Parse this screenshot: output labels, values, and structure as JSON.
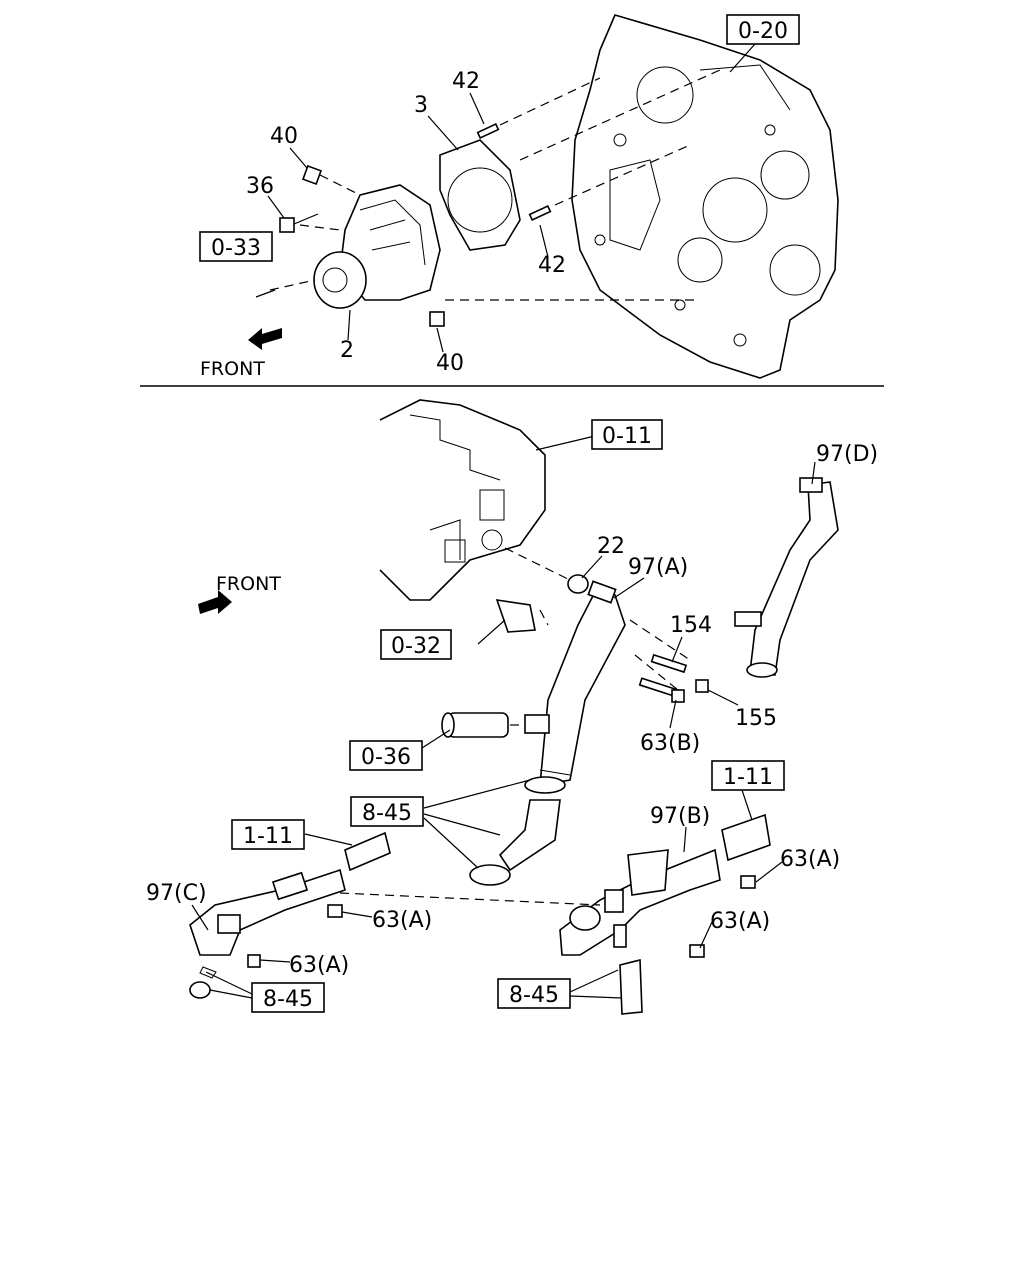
{
  "callouts": {
    "ref_0_20": "0-20",
    "ref_0_33": "0-33",
    "ref_0_11": "0-11",
    "ref_0_32": "0-32",
    "ref_0_36": "0-36",
    "ref_8_45_a": "8-45",
    "ref_8_45_b": "8-45",
    "ref_8_45_c": "8-45",
    "ref_1_11_a": "1-11",
    "ref_1_11_b": "1-11"
  },
  "labels": {
    "p42_top": "42",
    "p3": "3",
    "p40_top": "40",
    "p36": "36",
    "p42_mid": "42",
    "p2": "2",
    "p40_bot": "40",
    "front_top": "FRONT",
    "p97d": "97(D)",
    "p22": "22",
    "p97a": "97(A)",
    "front_mid": "FRONT",
    "p154": "154",
    "p155": "155",
    "p63b": "63(B)",
    "p97b": "97(B)",
    "p63a_1": "63(A)",
    "p97c": "97(C)",
    "p63a_2": "63(A)",
    "p63a_3": "63(A)",
    "p63a_4": "63(A)"
  }
}
